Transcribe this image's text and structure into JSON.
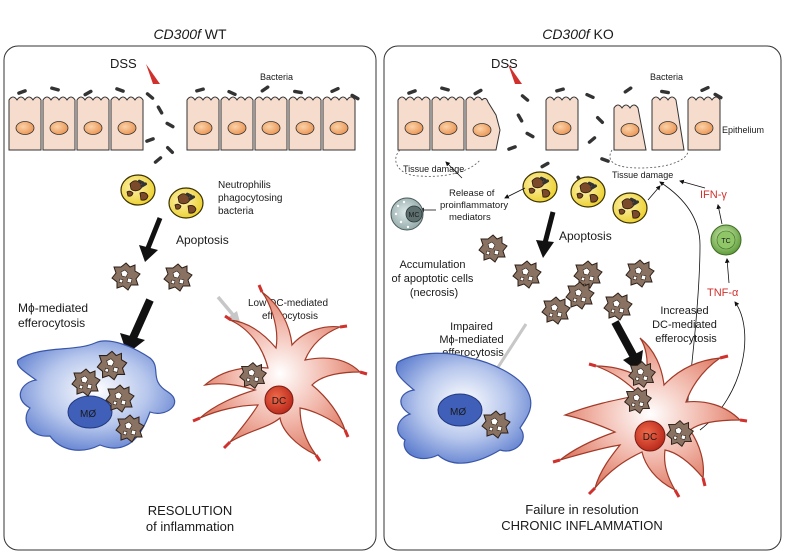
{
  "left_panel": {
    "title_gene": "CD300f",
    "title_suffix": " WT",
    "dss": "DSS",
    "bacteria": "Bacteria",
    "neutrophils_line1": "Neutrophilis",
    "neutrophils_line2": "phagocytosing",
    "neutrophils_line3": "bacteria",
    "apoptosis": "Apoptosis",
    "mphi_line1": "Mϕ-mediated",
    "mphi_line2": "efferocytosis",
    "low_dc_line1": "Low DC-mediated",
    "low_dc_line2": "efferocytosis",
    "macrophage": "MØ",
    "dc": "DC",
    "outcome_line1": "RESOLUTION",
    "outcome_line2": "of inflammation"
  },
  "right_panel": {
    "title_gene": "CD300f",
    "title_suffix": " KO",
    "dss": "DSS",
    "bacteria": "Bacteria",
    "epithelium": "Epithelium",
    "tissue_damage_left": "Tissue damage",
    "tissue_damage_right": "Tissue damage",
    "release_line1": "Release of",
    "release_line2": "proinflammatory",
    "release_line3": "mediators",
    "mc": "MC",
    "apoptosis": "Apoptosis",
    "accum_line1": "Accumulation",
    "accum_line2": "of apoptotic cells",
    "accum_line3": "(necrosis)",
    "impaired_line1": "Impaired",
    "impaired_line2": "Mϕ-mediated",
    "impaired_line3": "efferocytosis",
    "increased_line1": "Increased",
    "increased_line2": "DC-mediated",
    "increased_line3": "efferocytosis",
    "ifn": "IFN-γ",
    "tc": "TC",
    "tnf": "TNF-α",
    "macrophage": "MØ",
    "dc": "DC",
    "outcome_line1": "Failure in resolution",
    "outcome_line2": "CHRONIC INFLAMMATION"
  },
  "colors": {
    "epithelium_fill": "#f6dccd",
    "nucleus": "#f0a468",
    "neutrophil": "#f4dd52",
    "apoptotic": "#8a7262",
    "macrophage": "#8aa3dc",
    "dc": "#e58a78",
    "red_text": "#d0312d",
    "tc": "#7db55a"
  }
}
